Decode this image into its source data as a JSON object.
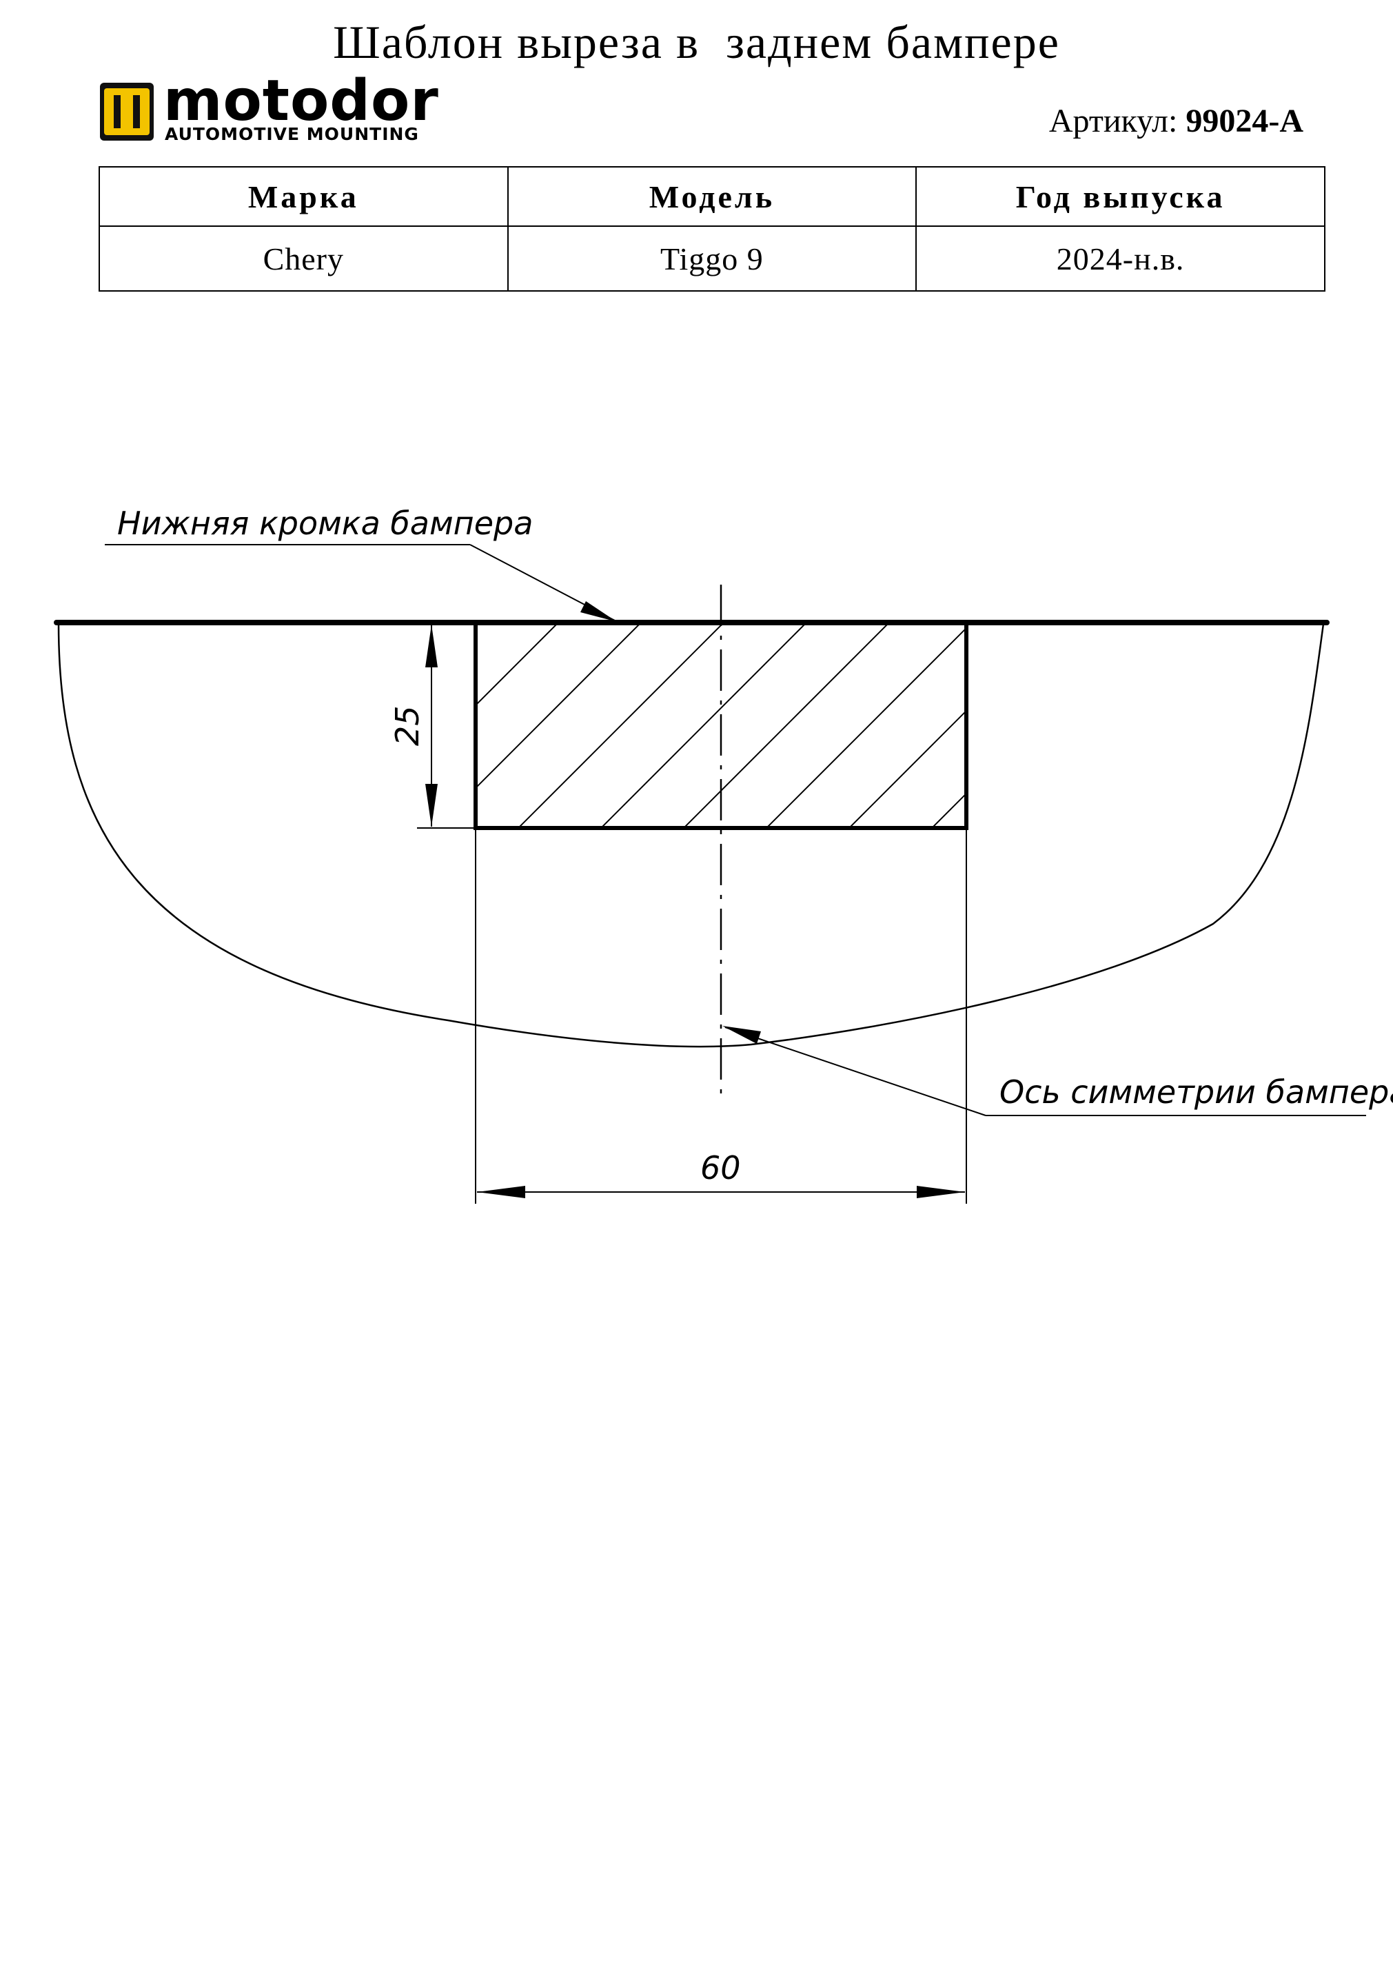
{
  "document": {
    "title": "Шаблон выреза в  заднем бампере",
    "logo": {
      "wordmark": "motodor",
      "tagline": "AUTOMOTIVE MOUNTING"
    },
    "article_label": "Артикул:",
    "article_value": "99024-A"
  },
  "table": {
    "headers": [
      "Марка",
      "Модель",
      "Год выпуска"
    ],
    "rows": [
      [
        "Chery",
        "Tiggo 9",
        "2024-н.в."
      ]
    ]
  },
  "drawing": {
    "label_bumper_edge": "Нижняя кромка бампера",
    "label_symmetry_axis": "Ось симметрии бампера",
    "dim_height": "25",
    "dim_width": "60"
  }
}
